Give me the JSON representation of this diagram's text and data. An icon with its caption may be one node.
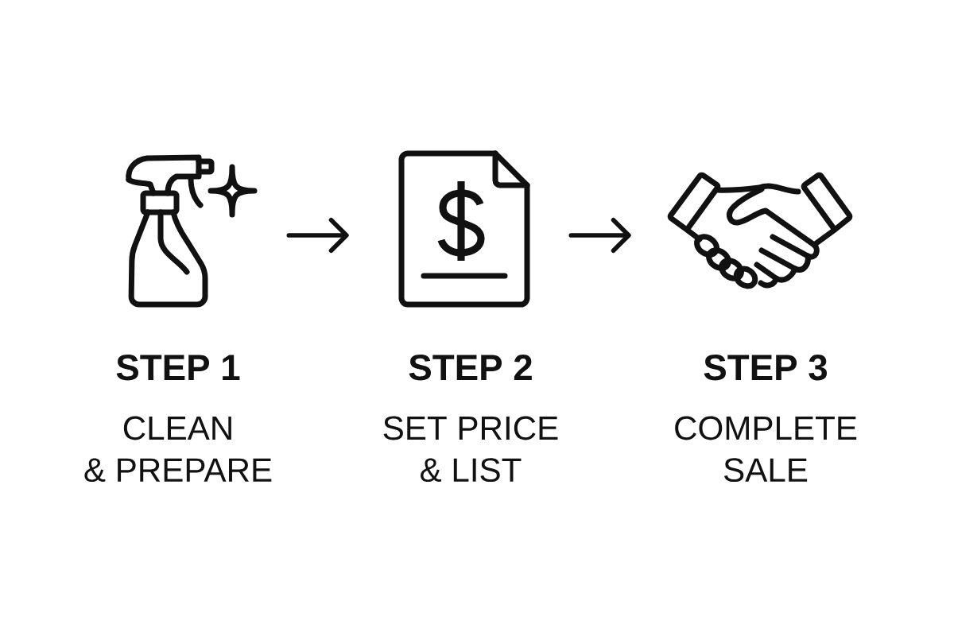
{
  "diagram": {
    "nodes": [
      {
        "text": [],
        "shape": "picture",
        "beside": [
          "STEP 1",
          "CLEAN & PREPARE"
        ]
      },
      {
        "text": [],
        "shape": "picture",
        "beside": [
          "STEP 2",
          "SET PRICE & LIST"
        ]
      },
      {
        "text": [],
        "shape": "picture",
        "beside": [
          "STEP 3",
          "COMPLETE SALE"
        ]
      }
    ],
    "edges": [
      {
        "from": 0,
        "to": 1,
        "arrow": "to"
      },
      {
        "from": 1,
        "to": 2,
        "arrow": "to"
      }
    ]
  }
}
